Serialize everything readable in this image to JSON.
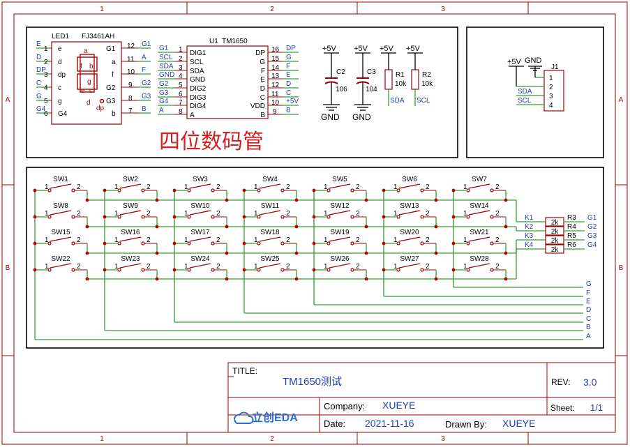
{
  "colors": {
    "frame": "#9b0000",
    "wire": "#2e9f2e",
    "net_label": "#1f3fb3",
    "heading_red": "#d42020",
    "junction": "#c00000",
    "eda_blue": "#2b6fd6"
  },
  "frame": {
    "col_labels": [
      "1",
      "2",
      "3"
    ],
    "row_labels": [
      "A",
      "B"
    ]
  },
  "led": {
    "designator": "LED1",
    "part": "FJ3461AH",
    "left_pins": [
      {
        "net": "E",
        "num": "1",
        "name": "e"
      },
      {
        "net": "D",
        "num": "2",
        "name": "d"
      },
      {
        "net": "DP",
        "num": "3",
        "name": "dp"
      },
      {
        "net": "C",
        "num": "4",
        "name": "c"
      },
      {
        "net": "G",
        "num": "5",
        "name": "g"
      },
      {
        "net": "G4",
        "num": "6",
        "name": "G4"
      }
    ],
    "right_pins": [
      {
        "name": "G1",
        "num": "12",
        "net": "G1"
      },
      {
        "name": "a",
        "num": "11",
        "net": "A"
      },
      {
        "name": "f",
        "num": "10",
        "net": "F"
      },
      {
        "name": "G2",
        "num": "9",
        "net": "G2"
      },
      {
        "name": "G3",
        "num": "8",
        "net": "G3"
      },
      {
        "name": "b",
        "num": "7",
        "net": "B"
      }
    ],
    "seg_labels": [
      "a",
      "f",
      "b",
      "g",
      "e",
      "c",
      "d",
      "dp"
    ]
  },
  "ic": {
    "designator": "U1",
    "part": "TM1650",
    "left_pins": [
      {
        "net": "G1",
        "num": "1",
        "name": "DIG1"
      },
      {
        "net": "SCL",
        "num": "2",
        "name": "SCL"
      },
      {
        "net": "SDA",
        "num": "3",
        "name": "SDA"
      },
      {
        "net": "GND",
        "num": "4",
        "name": "GND"
      },
      {
        "net": "G2",
        "num": "5",
        "name": "DIG2"
      },
      {
        "net": "G3",
        "num": "6",
        "name": "DIG3"
      },
      {
        "net": "G4",
        "num": "7",
        "name": "DIG4"
      },
      {
        "net": "A",
        "num": "8",
        "name": "A"
      }
    ],
    "right_pins": [
      {
        "name": "DP",
        "num": "16",
        "net": "DP"
      },
      {
        "name": "G",
        "num": "15",
        "net": "G"
      },
      {
        "name": "F",
        "num": "14",
        "net": "F"
      },
      {
        "name": "E",
        "num": "13",
        "net": "E"
      },
      {
        "name": "D",
        "num": "12",
        "net": "D"
      },
      {
        "name": "C",
        "num": "11",
        "net": "C"
      },
      {
        "name": "VDD",
        "num": "10",
        "net": "+5V"
      },
      {
        "name": "B",
        "num": "9",
        "net": "B"
      }
    ]
  },
  "heading": "四位数码管",
  "power": {
    "c2": {
      "rail": "+5V",
      "ref": "C2",
      "value": "106",
      "gnd": "GND"
    },
    "c3": {
      "rail": "+5V",
      "ref": "C3",
      "value": "104",
      "gnd": "GND"
    },
    "r1": {
      "rail": "+5V",
      "ref": "R1",
      "value": "10k",
      "net": "SDA"
    },
    "r2": {
      "rail": "+5V",
      "ref": "R2",
      "value": "10k",
      "net": "SCL"
    }
  },
  "connector": {
    "ref": "J1",
    "rail": "+5V",
    "gnd": "GND",
    "pins": [
      "1",
      "2",
      "3",
      "4"
    ],
    "nets": [
      "SDA",
      "SCL"
    ]
  },
  "keypad": {
    "rows": [
      [
        "SW1",
        "SW2",
        "SW3",
        "SW4",
        "SW5",
        "SW6",
        "SW7"
      ],
      [
        "SW8",
        "SW9",
        "SW10",
        "SW11",
        "SW12",
        "SW13",
        "SW14"
      ],
      [
        "SW15",
        "SW16",
        "SW17",
        "SW18",
        "SW19",
        "SW20",
        "SW21"
      ],
      [
        "SW22",
        "SW23",
        "SW24",
        "SW25",
        "SW26",
        "SW27",
        "SW28"
      ]
    ],
    "pin_left": "1",
    "pin_right": "2",
    "row_nets": [
      "K1",
      "K2",
      "K3",
      "K4"
    ],
    "resistors": [
      {
        "value": "2k",
        "ref": "R3",
        "net": "G1"
      },
      {
        "value": "2k",
        "ref": "R4",
        "net": "G2"
      },
      {
        "value": "2k",
        "ref": "R5",
        "net": "G3"
      },
      {
        "value": "2k",
        "ref": "R6",
        "net": "G4"
      }
    ],
    "column_nets": [
      "G",
      "F",
      "E",
      "D",
      "C",
      "B",
      "A"
    ]
  },
  "title_block": {
    "title_label": "TITLE:",
    "title": "TM1650测试",
    "rev_label": "REV:",
    "rev": "3.0",
    "company_label": "Company:",
    "company": "XUEYE",
    "sheet_label": "Sheet:",
    "sheet": "1/1",
    "date_label": "Date:",
    "date": "2021-11-16",
    "drawn_label": "Drawn By:",
    "drawn": "XUEYE",
    "logo_text": "立创EDA"
  }
}
